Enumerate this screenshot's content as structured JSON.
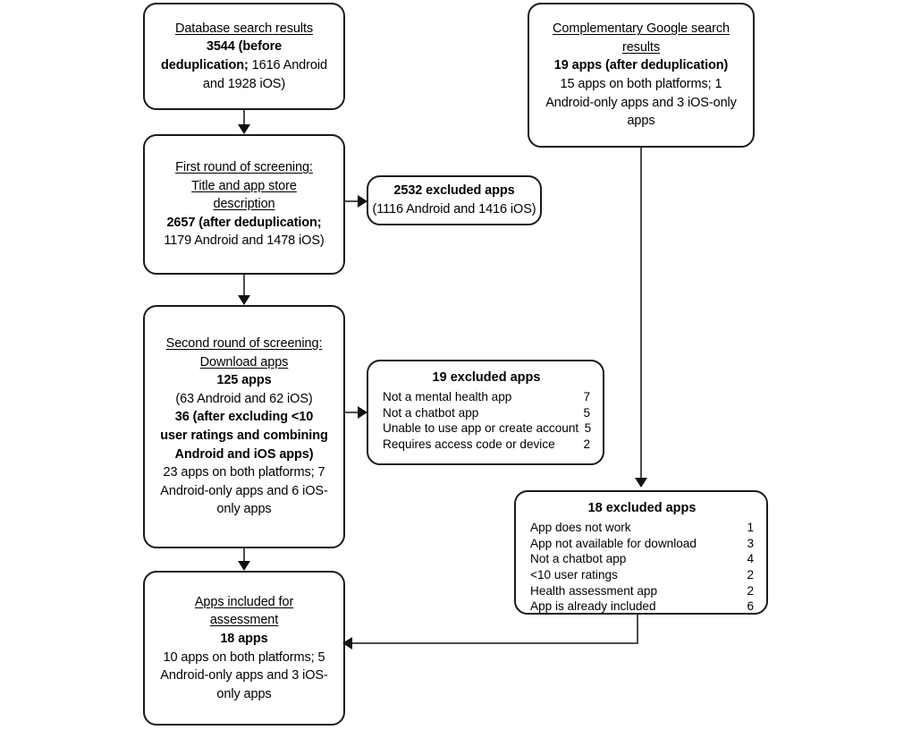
{
  "diagram": {
    "title": "App selection flow diagram",
    "nodes": {
      "database_search": {
        "lines": [
          {
            "text": "Database search results",
            "style": "underline"
          },
          {
            "text": "3544 (before",
            "style": "bold"
          },
          {
            "text": "deduplication;",
            "style": "bold",
            "suffix": "  1616 Android",
            "suffix_style": "normal"
          },
          {
            "text": "and 1928 iOS)",
            "style": "normal"
          }
        ]
      },
      "first_round": {
        "lines": [
          {
            "text": "First round of screening:",
            "style": "underline"
          },
          {
            "text": "Title and app store",
            "style": "underline"
          },
          {
            "text": "description",
            "style": "underline"
          },
          {
            "text": "2657 (after deduplication;",
            "style": "bold"
          },
          {
            "text": "1179 Android and 1478 iOS)",
            "style": "normal"
          }
        ]
      },
      "second_round": {
        "lines": [
          {
            "text": "Second round of screening:",
            "style": "underline"
          },
          {
            "text": "Download apps",
            "style": "underline"
          },
          {
            "text": "125 apps",
            "style": "bold"
          },
          {
            "text": "(63 Android and 62 iOS)",
            "style": "normal"
          },
          {
            "text": "36 (after excluding <10",
            "style": "bold"
          },
          {
            "text": "user ratings and combining",
            "style": "bold"
          },
          {
            "text": "Android and iOS apps)",
            "style": "bold"
          },
          {
            "text": "23 apps on both platforms; 7",
            "style": "normal"
          },
          {
            "text": "Android-only apps and 6 iOS-",
            "style": "normal"
          },
          {
            "text": "only apps",
            "style": "normal"
          }
        ]
      },
      "included": {
        "lines": [
          {
            "text": "Apps included for",
            "style": "underline"
          },
          {
            "text": "assessment",
            "style": "underline"
          },
          {
            "text": "18 apps",
            "style": "bold"
          },
          {
            "text": "10 apps on both platforms; 5",
            "style": "normal"
          },
          {
            "text": "Android-only apps and 3 iOS-",
            "style": "normal"
          },
          {
            "text": "only apps",
            "style": "normal"
          }
        ]
      },
      "google_search": {
        "lines": [
          {
            "text": "Complementary Google search",
            "style": "underline"
          },
          {
            "text": "results",
            "style": "underline"
          },
          {
            "text": "19 apps (after deduplication)",
            "style": "bold"
          },
          {
            "text": "15 apps on both platforms; 1",
            "style": "normal"
          },
          {
            "text": "Android-only apps and 3 iOS-only",
            "style": "normal"
          },
          {
            "text": "apps",
            "style": "normal"
          }
        ]
      },
      "excluded_2532": {
        "lines": [
          {
            "text": "2532 excluded apps",
            "style": "bold"
          },
          {
            "text": "(1116 Android and 1416 iOS)",
            "style": "normal"
          }
        ]
      },
      "excluded_19": {
        "title": "19 excluded apps",
        "reasons": [
          {
            "label": "Not a mental health app",
            "count": "7"
          },
          {
            "label": "Not a chatbot app",
            "count": "5"
          },
          {
            "label": "Unable to use app or create account",
            "count": "5"
          },
          {
            "label": "Requires access code or device",
            "count": "2"
          }
        ]
      },
      "excluded_18": {
        "title": "18 excluded apps",
        "reasons": [
          {
            "label": "App does not work",
            "count": "1"
          },
          {
            "label": "App not available for download",
            "count": "3"
          },
          {
            "label": "Not a chatbot app",
            "count": "4"
          },
          {
            "label": "<10 user ratings",
            "count": "2"
          },
          {
            "label": "Health assessment app",
            "count": "2"
          },
          {
            "label": "App is already included",
            "count": "6"
          }
        ]
      }
    },
    "colors": {
      "border": "#1a1a1a",
      "connector": "#4d4d4d",
      "arrowhead": "#111111",
      "background": "#ffffff",
      "text": "#000000"
    }
  }
}
